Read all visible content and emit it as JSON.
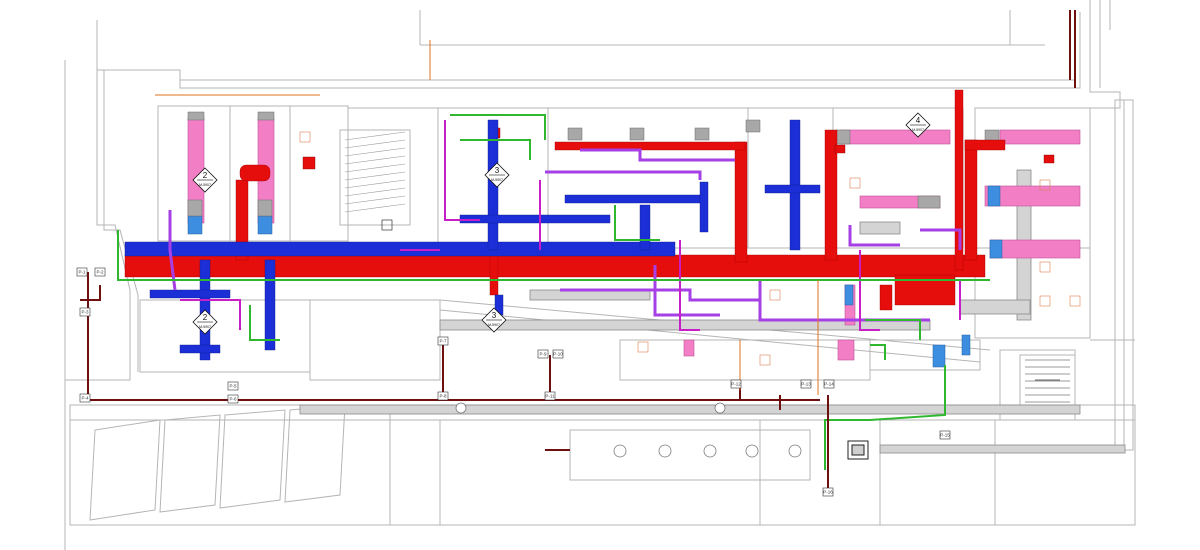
{
  "colors": {
    "wall": "#9a9a9a",
    "wall_dark": "#6b6b6b",
    "supply_duct": "#e60d0d",
    "return_duct": "#1c2fd6",
    "pink_equipment": "#f27fc6",
    "purple_pipe": "#a640e6",
    "magenta_pipe": "#c81ec8",
    "green_pipe": "#2fb82f",
    "maroon_pipe": "#6e1010",
    "gray_duct": "#c9c9c9",
    "orange_line": "#e0701c",
    "light_blue": "#3d8ee0"
  },
  "section_markers": [
    {
      "num": "2",
      "ref": "M-5907"
    },
    {
      "num": "3",
      "ref": "M-5907"
    },
    {
      "num": "2",
      "ref": "M-5907"
    },
    {
      "num": "3",
      "ref": "M-5907"
    },
    {
      "num": "4",
      "ref": "M-5907"
    }
  ],
  "equipment_tags": [
    "P-1",
    "P-2",
    "P-3",
    "P-4",
    "P-5",
    "P-6",
    "P-7",
    "P-8",
    "P-9",
    "P-10",
    "P-11",
    "P-12",
    "P-13",
    "P-14",
    "P-15",
    "P-16"
  ],
  "tag_label": "P-1"
}
